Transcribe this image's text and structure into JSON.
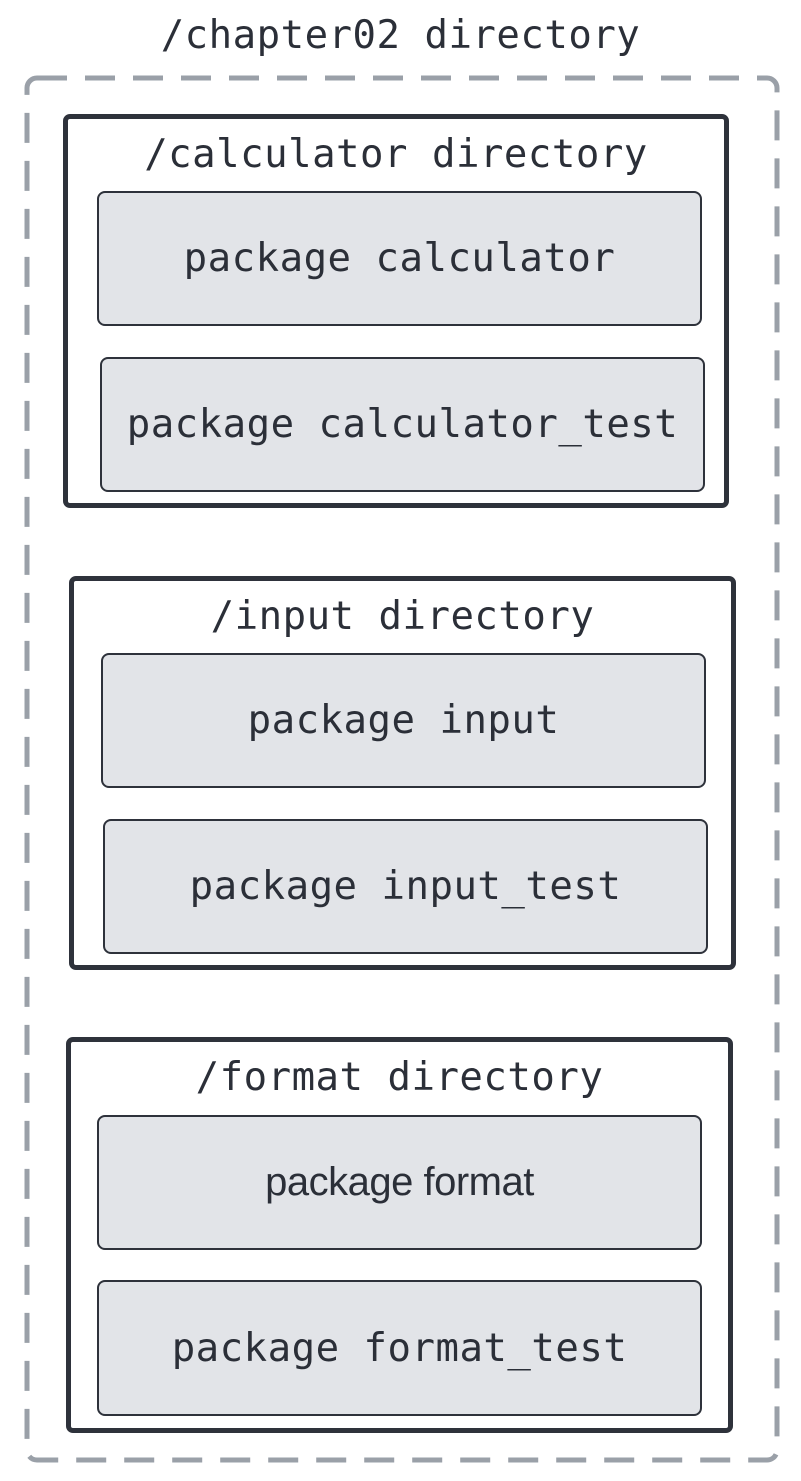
{
  "root": {
    "title": "/chapter02 directory",
    "frame_color": "#9aa0a8"
  },
  "directories": [
    {
      "title": "/calculator directory",
      "packages": [
        "package calculator",
        "package calculator_test"
      ]
    },
    {
      "title": "/input directory",
      "packages": [
        "package input",
        "package input_test"
      ]
    },
    {
      "title": "/format directory",
      "packages": [
        "package format",
        "package format_test"
      ]
    }
  ],
  "colors": {
    "directory_border": "#2e323b",
    "package_fill": "#e2e4e8",
    "text": "#2b2f38"
  }
}
